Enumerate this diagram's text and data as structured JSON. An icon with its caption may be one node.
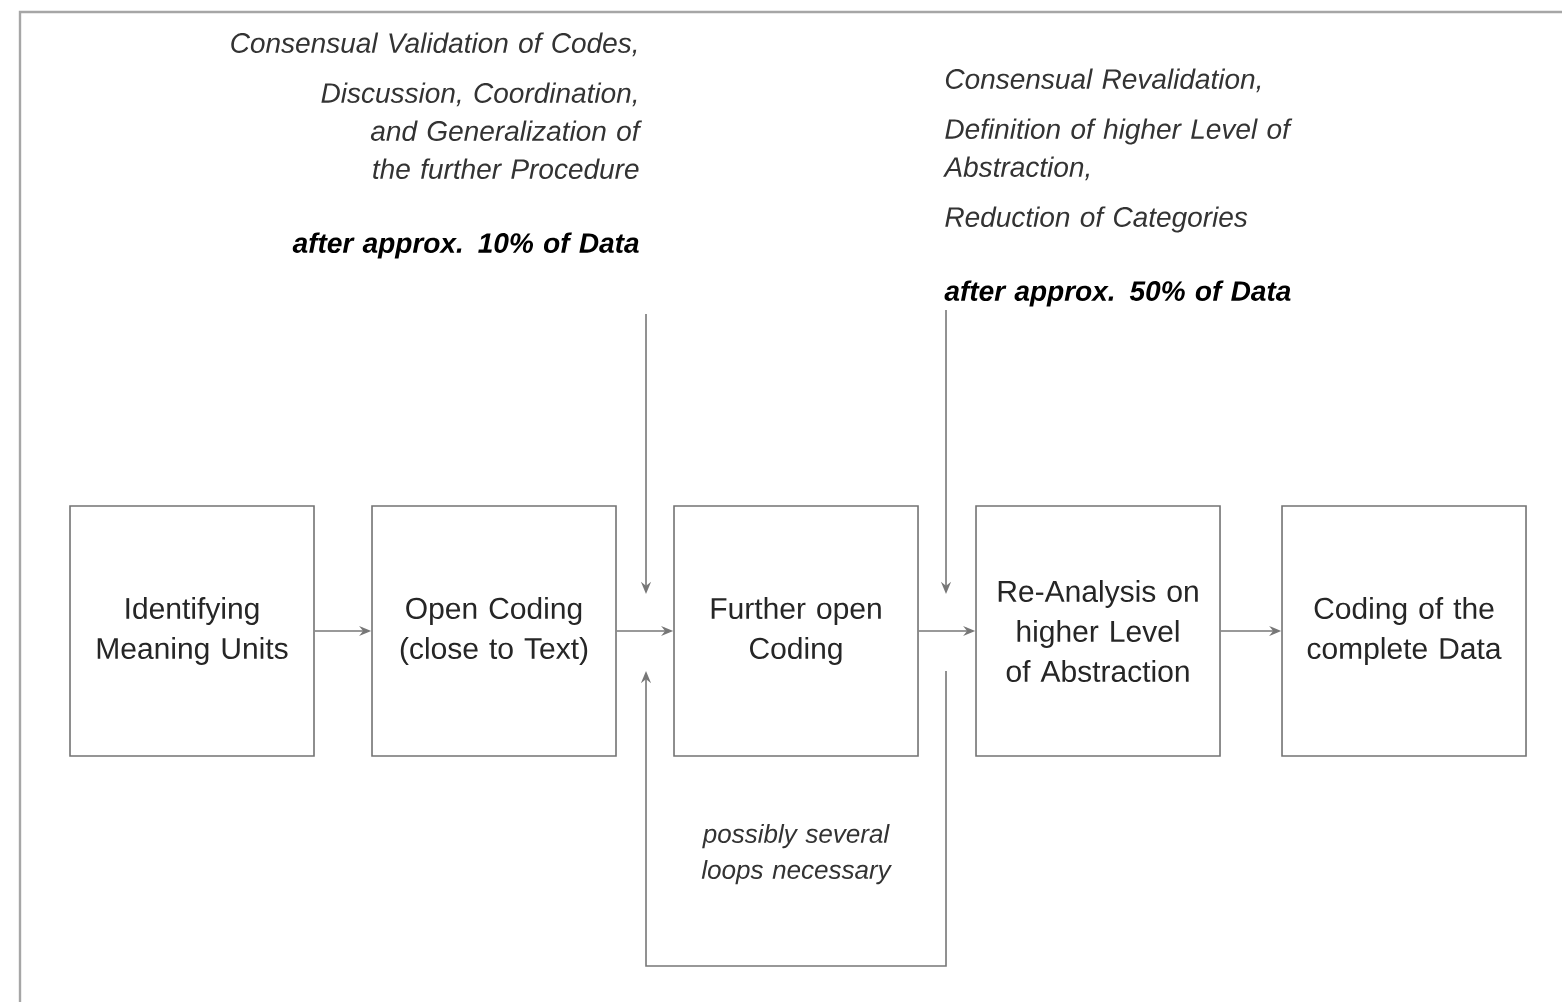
{
  "diagram": {
    "nodes": [
      {
        "text": [
          "Identifying Meaning Units"
        ]
      },
      {
        "text": [
          "Open Coding (close to Text)"
        ]
      },
      {
        "text": [
          "Further open Coding"
        ]
      },
      {
        "text": [
          "Re-Analysis on higher Level of Abstraction"
        ]
      },
      {
        "text": [
          "Coding of the complete Data"
        ]
      },
      {
        "text": [
          "Consensual Validation of Codes,",
          "Discussion, Coordination, and  Generalization of the further Procedure",
          "after approx. 10% of Data"
        ]
      },
      {
        "text": [
          "Consensual Revalidation,",
          "Definition of higher Level of Abstraction,",
          "Reduction of Categories",
          "after approx. 50% of Data"
        ]
      }
    ],
    "edges": [
      {
        "from": 0,
        "to": 1,
        "arrow": "to"
      },
      {
        "from": 1,
        "to": 2,
        "arrow": "to"
      },
      {
        "from": 2,
        "to": 3,
        "arrow": "to"
      },
      {
        "from": 3,
        "to": 4,
        "arrow": "to"
      },
      {
        "from": 5,
        "to": null,
        "arrow": "to"
      },
      {
        "from": 6,
        "to": null,
        "arrow": "to"
      },
      {
        "from": 2,
        "to": 2,
        "arrow": "to",
        "label": "possibly several loops necessary"
      }
    ]
  }
}
